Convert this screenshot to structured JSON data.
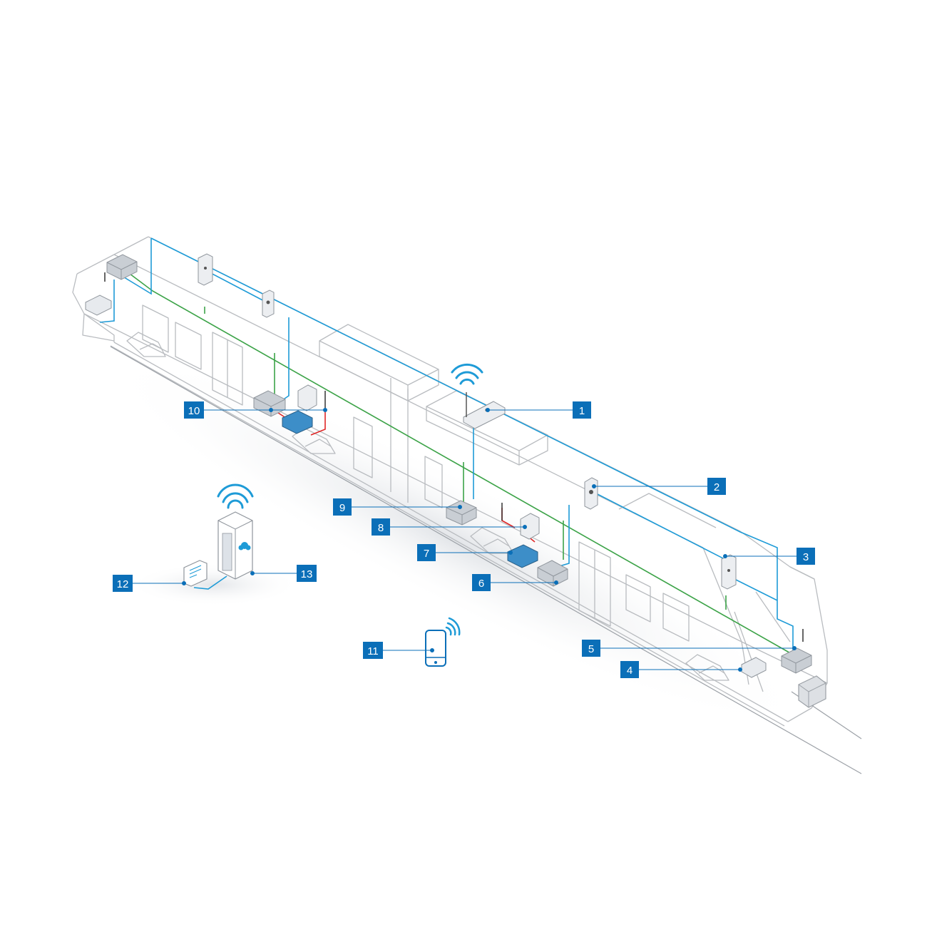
{
  "diagram": {
    "colors": {
      "outline": "#b9bcc0",
      "ethernet": "#1e9bd7",
      "bus": "#3ca348",
      "power": "#e02727",
      "badge": "#0b6fb8",
      "device": "#cfd3d8"
    },
    "callouts": [
      {
        "num": "1",
        "target": "roof-wifi-router"
      },
      {
        "num": "2",
        "target": "intercom-panel"
      },
      {
        "num": "3",
        "target": "door-controller"
      },
      {
        "num": "4",
        "target": "cab-display"
      },
      {
        "num": "5",
        "target": "front-gateway"
      },
      {
        "num": "6",
        "target": "switch-box"
      },
      {
        "num": "7",
        "target": "io-module"
      },
      {
        "num": "8",
        "target": "passenger-display"
      },
      {
        "num": "9",
        "target": "center-router"
      },
      {
        "num": "10",
        "target": "rear-switch"
      },
      {
        "num": "11",
        "target": "smartphone"
      },
      {
        "num": "12",
        "target": "workstation"
      },
      {
        "num": "13",
        "target": "cloud-server"
      }
    ]
  }
}
